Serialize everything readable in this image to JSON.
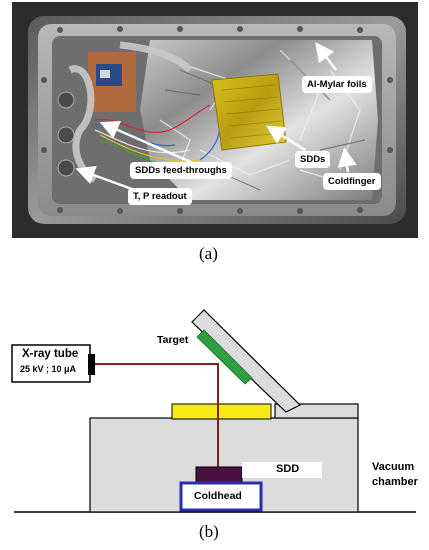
{
  "photo": {
    "labels": {
      "al_mylar": "Al-Mylar foils",
      "sdds": "SDDs",
      "feedthroughs": "SDDs feed-throughs",
      "coldfinger": "Coldfinger",
      "tp_readout": "T, P readout"
    },
    "caption": "(a)"
  },
  "diagram": {
    "xray_tube_title": "X-ray tube",
    "xray_tube_spec": "25 kV ; 10 μA",
    "target": "Target",
    "sdd": "SDD",
    "coldhead": "Coldhead",
    "vacuum_line1": "Vacuum",
    "vacuum_line2": "chamber",
    "caption": "(b)",
    "colors": {
      "beam": "#8b1a1a",
      "target_strip": "#2e9e3e",
      "yellow_window": "#f5ea14",
      "sdd_body": "#4a1040",
      "coldhead_border": "#2b2bb3",
      "chamber_fill": "#dcdcdc"
    }
  }
}
